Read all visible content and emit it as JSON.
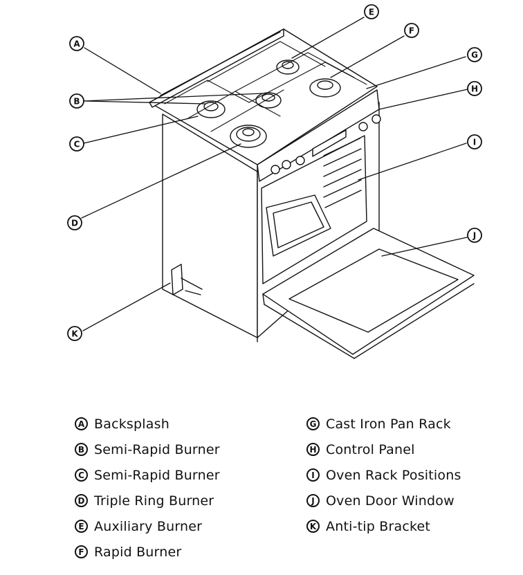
{
  "callouts": [
    {
      "letter": "A",
      "label": "Backsplash"
    },
    {
      "letter": "B",
      "label": "Semi-Rapid Burner"
    },
    {
      "letter": "C",
      "label": "Semi-Rapid Burner"
    },
    {
      "letter": "D",
      "label": "Triple Ring Burner"
    },
    {
      "letter": "E",
      "label": "Auxiliary Burner"
    },
    {
      "letter": "F",
      "label": "Rapid Burner"
    },
    {
      "letter": "G",
      "label": "Cast Iron Pan Rack"
    },
    {
      "letter": "H",
      "label": "Control Panel"
    },
    {
      "letter": "I",
      "label": "Oven Rack Positions"
    },
    {
      "letter": "J",
      "label": "Oven Door Window"
    },
    {
      "letter": "K",
      "label": "Anti-tip Bracket"
    }
  ],
  "colors": {
    "line": "#111111",
    "background": "#ffffff"
  }
}
